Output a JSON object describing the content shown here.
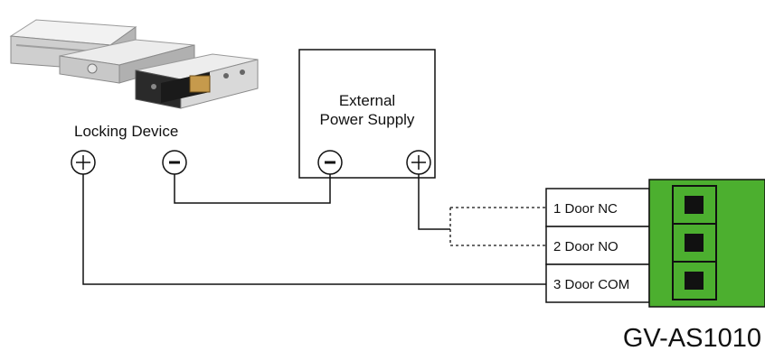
{
  "locking_device": {
    "label": "Locking Device",
    "positive_symbol": "+",
    "negative_symbol": "−"
  },
  "power_supply": {
    "label_line1": "External",
    "label_line2": "Power Supply",
    "negative_symbol": "−",
    "positive_symbol": "+"
  },
  "terminals": [
    {
      "label": "1 Door NC"
    },
    {
      "label": "2 Door NO"
    },
    {
      "label": "3 Door COM"
    }
  ],
  "controller": {
    "model": "GV-AS1010",
    "board_color": "#4caf2f"
  },
  "colors": {
    "wire": "#111111",
    "terminal_black": "#111111"
  }
}
